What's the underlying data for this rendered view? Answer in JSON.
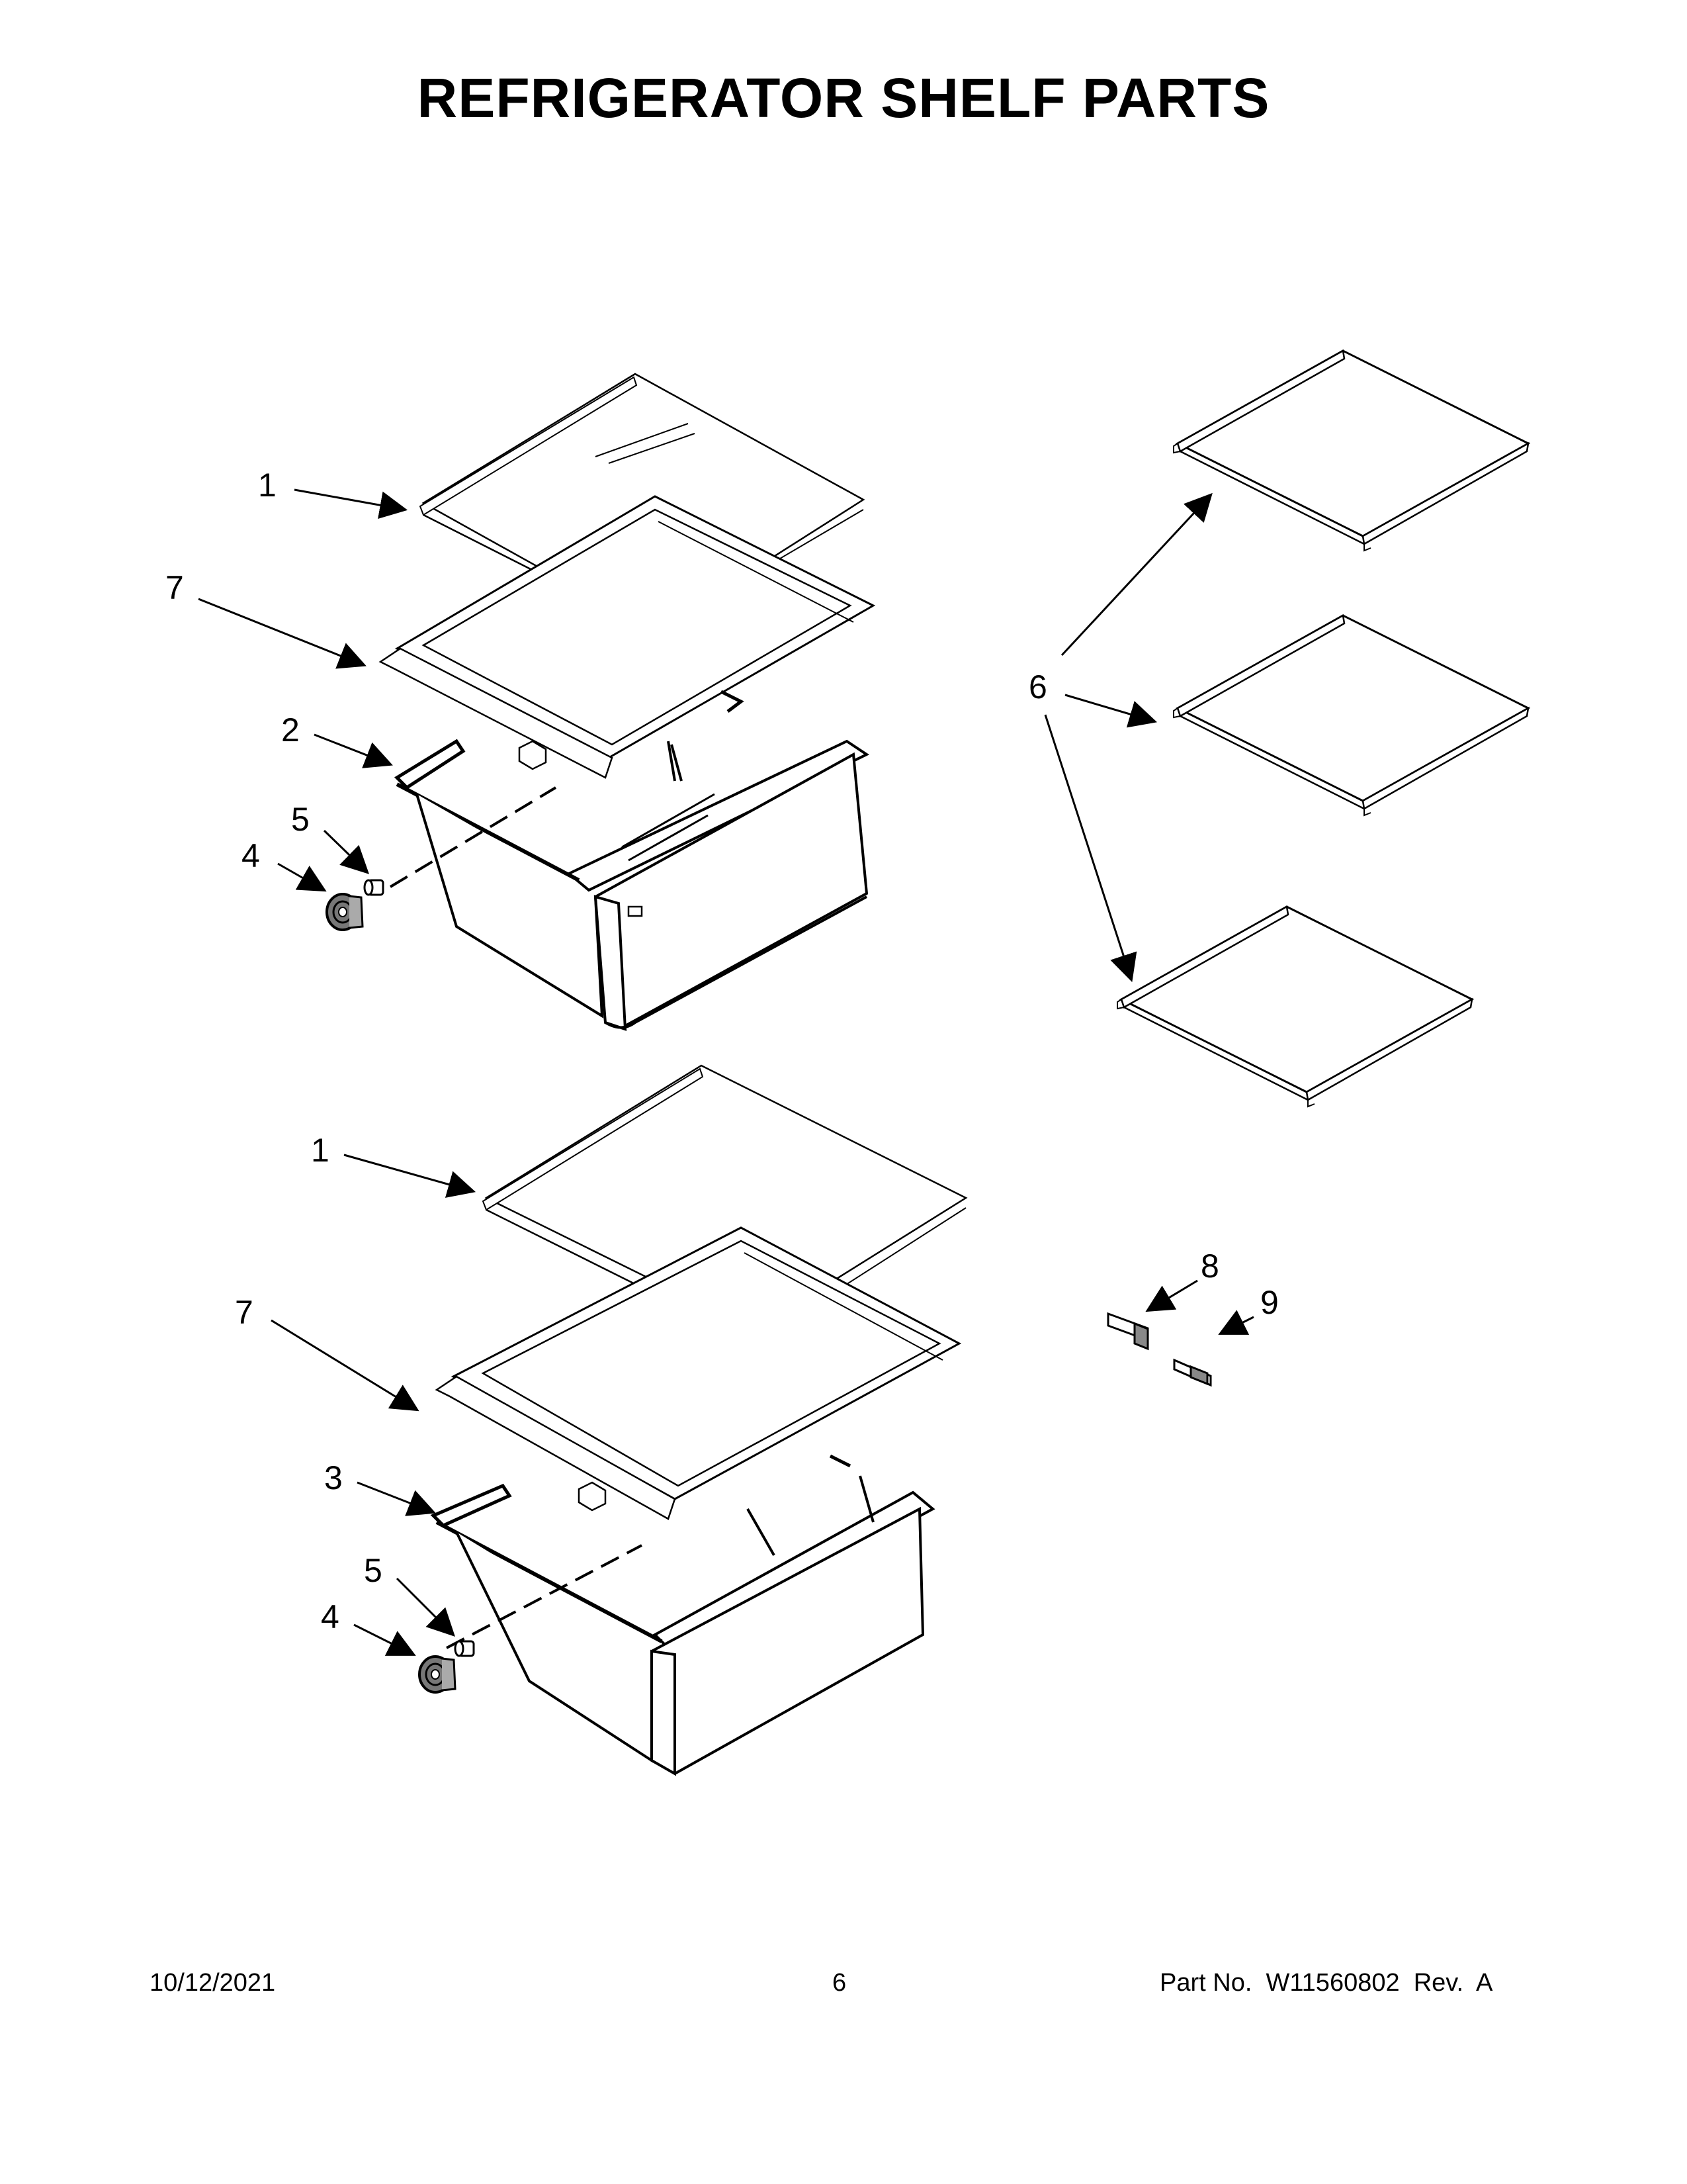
{
  "title": "REFRIGERATOR SHELF PARTS",
  "callouts": {
    "upper_glass": "1",
    "upper_frame": "7",
    "upper_drawer": "2",
    "upper_wheel": "4",
    "upper_pin": "5",
    "shelf": "6",
    "lower_glass": "1",
    "lower_frame": "7",
    "lower_drawer": "3",
    "lower_pin": "5",
    "lower_wheel": "4",
    "clip_a": "8",
    "clip_b": "9"
  },
  "footer": {
    "date": "10/12/2021",
    "page": "6",
    "part": "Part No.  W11560802  Rev.  A"
  }
}
